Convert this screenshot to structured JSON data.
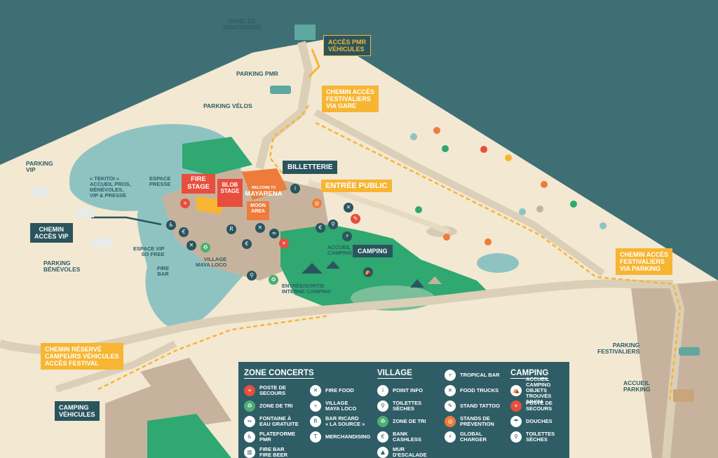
{
  "colors": {
    "sea": "#3e6f75",
    "land": "#f3e8d2",
    "path_yellow": "#f7b532",
    "dark_teal": "#2a555e",
    "light_blue": "#8fc3c2",
    "green": "#2fa871",
    "red": "#e84e3d",
    "orange": "#ef7b3a",
    "tan": "#c7b39d"
  },
  "places": {
    "gare": "GARE DE\nMONTENDRE",
    "parking_pmr": "PARKING PMR",
    "parking_velos": "PARKING VÉLOS",
    "parking_vip": "PARKING\nVIP",
    "tekitoi": "« TEKITOI »\nACCUEIL PROS,\nBÉNÉVOLES,\nVIP & PRESSE",
    "espace_presse": "ESPACE\nPRESSE",
    "parking_benevoles": "PARKING\nBÉNÉVOLES",
    "espace_vip": "ESPACE VIP\nSO FREE",
    "fire_bar": "FIRE\nBAR",
    "village_maya": "VILLAGE\nMAYA LOCO",
    "accueil_camping": "ACCUEIL\nCAMPING",
    "entree_sortie": "ENTRÉE/SORTIE\nINTERNE CAMPING",
    "parking_festivaliers": "PARKING\nFESTIVALIERS",
    "accueil_parking": "ACCUEIL\nPARKING"
  },
  "tags": {
    "acces_pmr": "ACCÈS PMR\nVÉHICULES",
    "chemin_gare": "CHEMIN ACCÈS\nFESTIVALIERS\nVIA GARE",
    "billetterie": "BILLETTERIE",
    "entree_public": "ENTRÉE PUBLIC",
    "chemin_vip": "CHEMIN\nACCÈS VIP",
    "camping": "CAMPING",
    "chemin_parking": "CHEMIN ACCÈS\nFESTIVALIERS\nVIA PARKING",
    "chemin_reserve": "CHEMIN RÉSERVÉ\nCAMPEURS VÉHICULES\nACCÈS FESTIVAL",
    "camping_vehicules": "CAMPING\nVÉHICULES"
  },
  "stages": {
    "fire": "FIRE\nSTAGE",
    "mayarena_welcome": "WELCOME TO",
    "mayarena": "MAYARENA",
    "moon": "MOON\nAREA",
    "blob": "BLOB\nSTAGE"
  },
  "legend": {
    "zone_concerts": {
      "title": "ZONE CONCERTS",
      "items": [
        {
          "icon": "first-aid-icon",
          "style": "red",
          "glyph": "+",
          "label": "POSTE DE\nSECOURS"
        },
        {
          "icon": "recycle-icon",
          "style": "green",
          "glyph": "♻",
          "label": "ZONE DE TRI"
        },
        {
          "icon": "water-fountain-icon",
          "style": "white",
          "glyph": "≈",
          "label": "FONTAINE À\nEAU GRATUITE"
        },
        {
          "icon": "wheelchair-icon",
          "style": "white",
          "glyph": "♿",
          "label": "PLATEFORME\nPMR"
        },
        {
          "icon": "fire-bar-icon",
          "style": "white",
          "glyph": "▥",
          "label": "FIRE BAR\nFIRE BEER"
        }
      ]
    },
    "zone_concerts_b": {
      "items": [
        {
          "icon": "food-icon",
          "style": "white",
          "glyph": "✕",
          "label": "FIRE FOOD"
        },
        {
          "icon": "cocktail-icon",
          "style": "white",
          "glyph": "▿",
          "label": "VILLAGE\nMAYA LOCO"
        },
        {
          "icon": "bar-ricard-icon",
          "style": "white",
          "glyph": "R",
          "label": "BAR RICARD\n« LA SOURCE »"
        },
        {
          "icon": "tshirt-icon",
          "style": "white",
          "glyph": "T",
          "label": "MERCHANDISING"
        }
      ]
    },
    "village": {
      "title": "VILLAGE",
      "items": [
        {
          "icon": "info-icon",
          "style": "white",
          "glyph": "i",
          "label": "POINT INFO"
        },
        {
          "icon": "toilet-icon",
          "style": "white",
          "glyph": "⚲",
          "label": "TOILETTES\nSÈCHES"
        },
        {
          "icon": "recycle-icon",
          "style": "green",
          "glyph": "♻",
          "label": "ZONE DE TRI"
        },
        {
          "icon": "euro-icon",
          "style": "white",
          "glyph": "€",
          "label": "BANK\nCASHLESS"
        },
        {
          "icon": "climbing-icon",
          "style": "white",
          "glyph": "▲",
          "label": "MUR\nD'ESCALADE"
        }
      ]
    },
    "village_b": {
      "items": [
        {
          "icon": "cocktail-icon",
          "style": "white",
          "glyph": "▿",
          "label": "TROPICAL BAR"
        },
        {
          "icon": "food-icon",
          "style": "white",
          "glyph": "✕",
          "label": "FOOD TRUCKS"
        },
        {
          "icon": "tattoo-icon",
          "style": "white",
          "glyph": "✎",
          "label": "STAND TATTOO"
        },
        {
          "icon": "prevention-icon",
          "style": "orange",
          "glyph": "◎",
          "label": "STANDS DE\nPRÉVENTION"
        },
        {
          "icon": "charger-icon",
          "style": "white",
          "glyph": "⚡",
          "label": "GLOBAL\nCHARGER"
        }
      ]
    },
    "camping": {
      "title": "CAMPING",
      "items": [
        {
          "icon": "tent-icon",
          "style": "white",
          "glyph": "⛺",
          "label": "ACCUEIL CAMPING\nOBJETS TROUVÉS\n24h/24"
        },
        {
          "icon": "first-aid-icon",
          "style": "red",
          "glyph": "+",
          "label": "POSTE DE\nSECOURS"
        },
        {
          "icon": "shower-icon",
          "style": "white",
          "glyph": "☂",
          "label": "DOUCHES"
        },
        {
          "icon": "toilet-icon",
          "style": "white",
          "glyph": "⚲",
          "label": "TOILETTES\nSÈCHES"
        }
      ]
    }
  }
}
